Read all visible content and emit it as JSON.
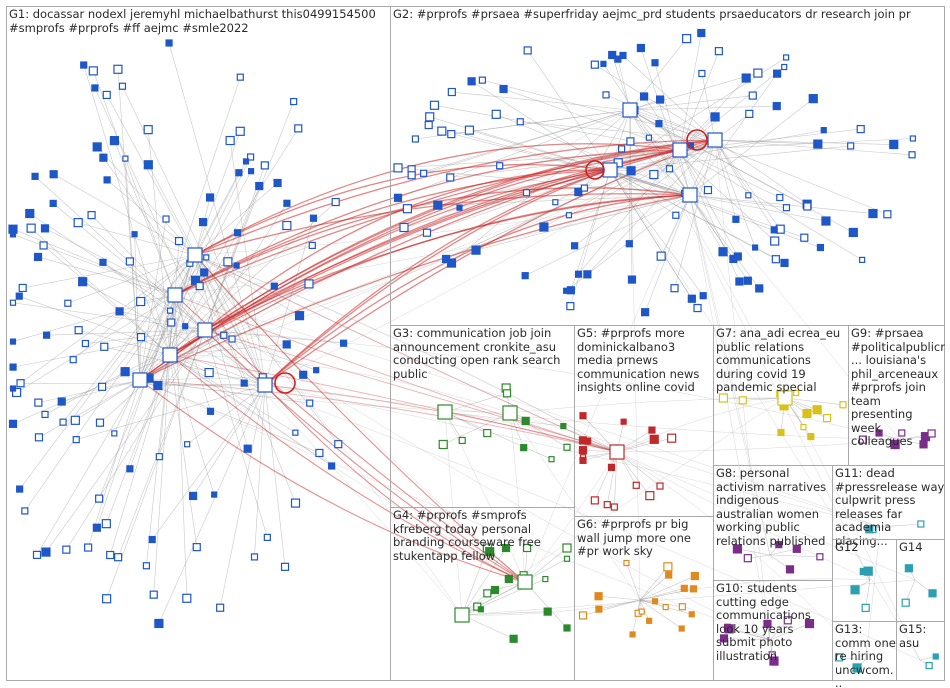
{
  "colors": {
    "edge": "#9a9a9a",
    "edge_strong": "#cc2222",
    "node_blue": "#1e57c8",
    "node_white": "#ffffff",
    "node_green": "#2b8a2b",
    "node_orange": "#e08a1e",
    "node_purple": "#7a2d8a",
    "node_teal": "#2aa0b0",
    "node_yellow": "#d8c21a",
    "node_red": "#c0282a",
    "label_text": "#2a2a2a"
  },
  "groups": [
    {
      "id": "G1",
      "label": "G1: docassar nodexl jeremyhl michaelbathurst this0499154500 #smprofs #prprofs #ff aejmc #smle2022"
    },
    {
      "id": "G2",
      "label": "G2: #prprofs #prsaea #superfriday aejmc_prd students prsaeducators dr research join pr"
    },
    {
      "id": "G3",
      "label": "G3: communication job join announcement cronkite_asu conducting open rank search public"
    },
    {
      "id": "G4",
      "label": "G4: #prprofs #smprofs kfreberg today personal branding courseware free stukentapp fellow"
    },
    {
      "id": "G5",
      "label": "G5: #prprofs more dominickalbano3 media prnews communication news insights online covid"
    },
    {
      "id": "G6",
      "label": "G6: #prprofs pr big wall jump more one #pr work sky"
    },
    {
      "id": "G7",
      "label": "G7: ana_adi ecrea_eu public relations communications during covid 19 pandemic special"
    },
    {
      "id": "G8",
      "label": "G8: personal activism narratives indigenous australian women working public relations published"
    },
    {
      "id": "G9",
      "label": "G9: #prsaea #politicalpublicr... louisiana's phil_arceneaux #prprofs join team presenting week colleagues"
    },
    {
      "id": "G10",
      "label": "G10: students cutting edge communications look 10 years submit photo illustration"
    },
    {
      "id": "G11",
      "label": "G11: dead #pressrelease way culpwrit press releases far academia placing..."
    },
    {
      "id": "G12",
      "label": "G12"
    },
    {
      "id": "G13",
      "label": "G13: comm one re hiring uncwcom..."
    },
    {
      "id": "G14",
      "label": "G14"
    },
    {
      "id": "G15",
      "label": "G15: asu"
    }
  ]
}
